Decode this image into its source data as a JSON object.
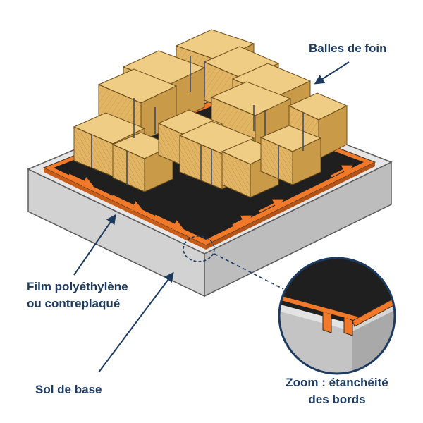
{
  "labels": {
    "hay_bales": "Balles de foin",
    "film_line1": "Film polyéthylène",
    "film_line2": "ou contreplaqué",
    "base_floor": "Sol de base",
    "zoom_line1": "Zoom : étanchéité",
    "zoom_line2": "des bords"
  },
  "colors": {
    "label_text": "#1d3a5f",
    "hay": "#e1b564",
    "film": "#1f1f1f",
    "edge_band": "#f07a2a",
    "concrete": "#d9d9d9"
  }
}
